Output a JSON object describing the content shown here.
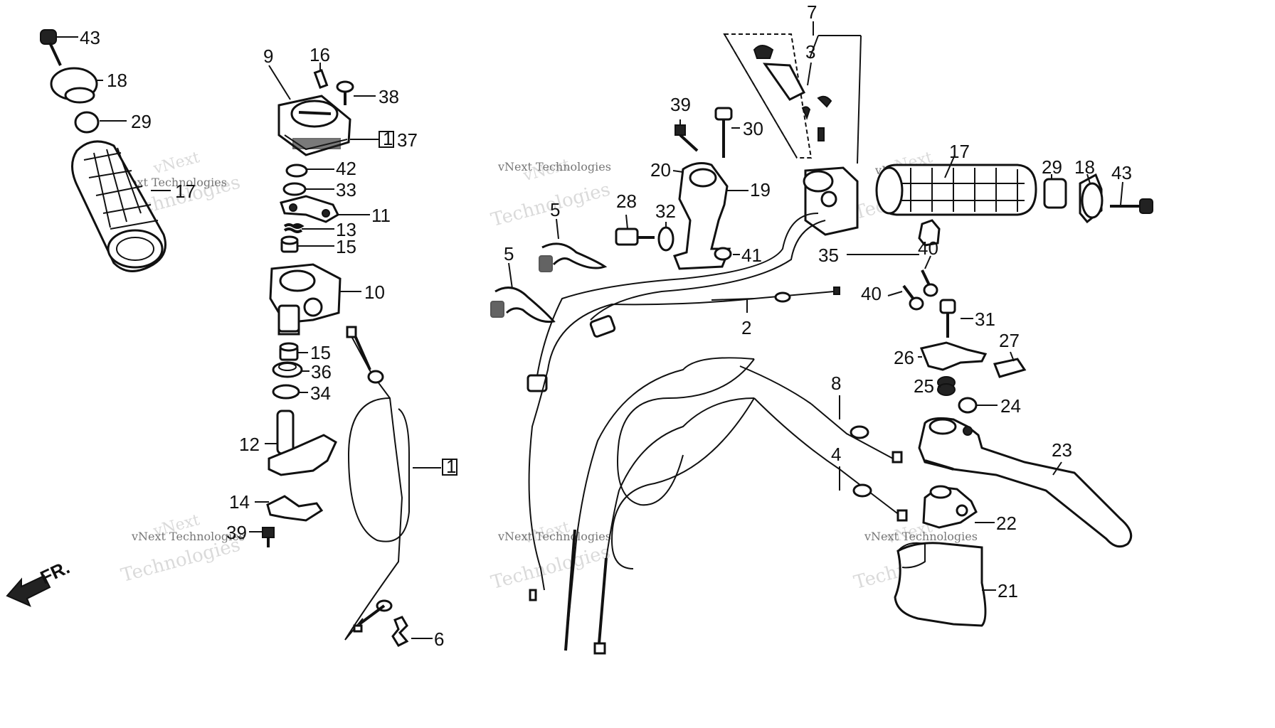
{
  "watermark": {
    "line1": "vNext",
    "line2": "vNext Technologies",
    "line3": "Technologies"
  },
  "front_marker": "FR.",
  "callouts": {
    "c43a": "43",
    "c18a": "18",
    "c29a": "29",
    "c17a": "17",
    "c9": "9",
    "c16": "16",
    "c38": "38",
    "c37": "37",
    "c37box": "1",
    "c42": "42",
    "c33": "33",
    "c11": "11",
    "c13": "13",
    "c15a": "15",
    "c10": "10",
    "c15b": "15",
    "c36": "36",
    "c34": "34",
    "c12": "12",
    "c14": "14",
    "c39a": "39",
    "c1box": "1",
    "c6": "6",
    "c5a": "5",
    "c5b": "5",
    "c39b": "39",
    "c30": "30",
    "c20": "20",
    "c19": "19",
    "c28": "28",
    "c32": "32",
    "c41": "41",
    "c7": "7",
    "c3": "3",
    "c17b": "17",
    "c29b": "29",
    "c18b": "18",
    "c43b": "43",
    "c35": "35",
    "c40a": "40",
    "c40b": "40",
    "c2": "2",
    "c31": "31",
    "c26": "26",
    "c27": "27",
    "c25": "25",
    "c24": "24",
    "c8": "8",
    "c4": "4",
    "c23": "23",
    "c22": "22",
    "c21": "21"
  }
}
